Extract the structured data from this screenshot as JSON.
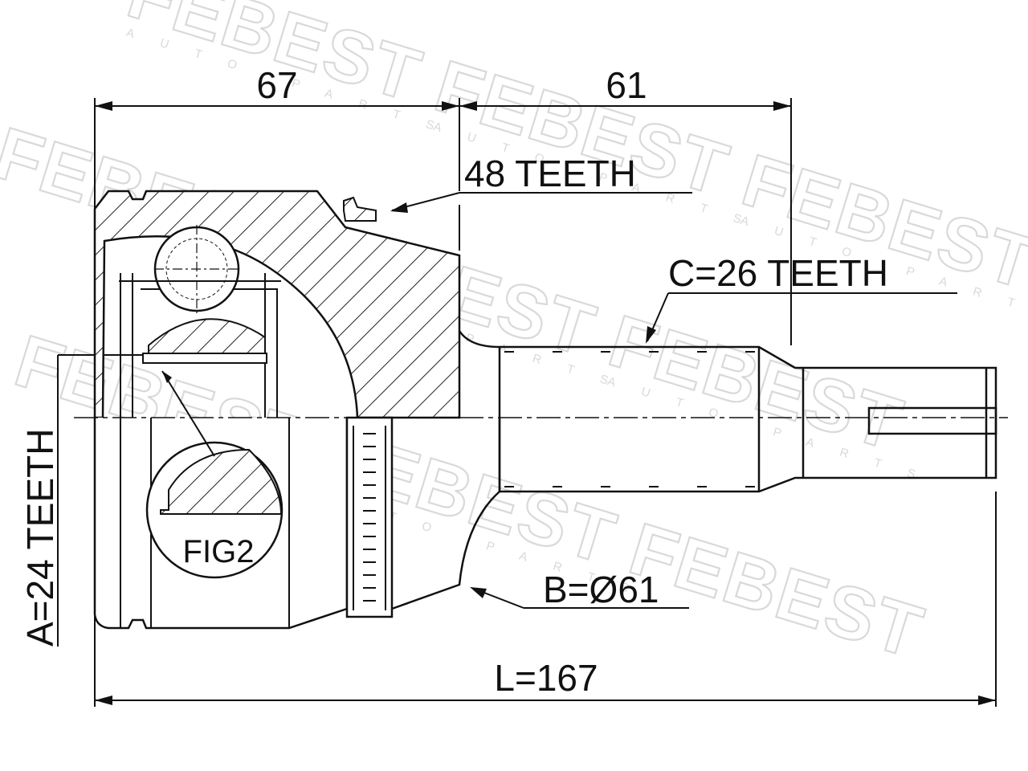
{
  "watermark": {
    "brand": "FEBEST",
    "tagline": "AUTO PARTS"
  },
  "labels": {
    "dim_left": "67",
    "dim_right": "61",
    "outer_teeth": "48 TEETH",
    "shaft_teeth": "C=26 TEETH",
    "inner_teeth": "A=24 TEETH",
    "figure": "FIG2",
    "diameter": "B=Ø61",
    "length": "L=167"
  }
}
